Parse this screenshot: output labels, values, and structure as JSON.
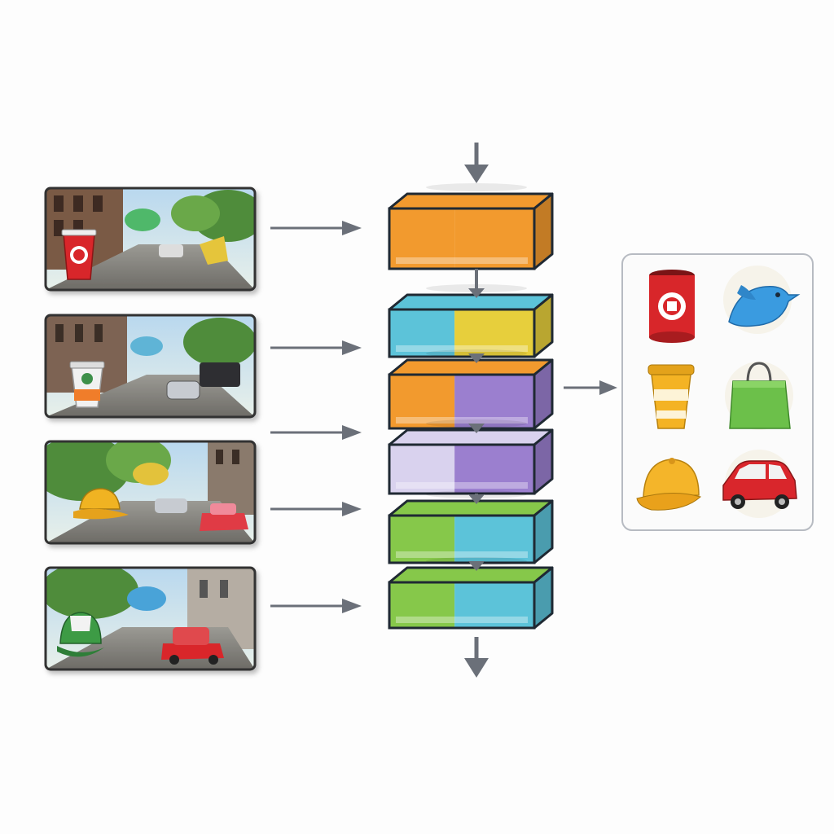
{
  "colors": {
    "arrow": "#6b7079",
    "orange": "#f29a2e",
    "blue": "#5cc3d9",
    "purple": "#9b7fcf",
    "lavender": "#d9d2ee",
    "green": "#86c84a",
    "yellow": "#e7cf3c",
    "outline": "#1f2933",
    "panel_border": "#b7bbc2",
    "red_can": "#d8262a",
    "bird": "#3a9be0",
    "cup": "#f4b324",
    "bag": "#6cc04a",
    "cap": "#f4b52a",
    "car": "#d9262c"
  },
  "input_scenes": [
    {
      "name": "street-scene-1",
      "object": "red-cup-icon"
    },
    {
      "name": "street-scene-2",
      "object": "striped-cup-icon"
    },
    {
      "name": "street-scene-3",
      "object": "yellow-cap-icon"
    },
    {
      "name": "street-scene-4",
      "object": "green-cap-icon"
    }
  ],
  "layer_stack": [
    {
      "name": "layer-1",
      "top": "orange",
      "front_left": "orange",
      "front_right": "orange"
    },
    {
      "name": "layer-2",
      "top": "blue",
      "front_left": "blue",
      "front_right": "yellow"
    },
    {
      "name": "layer-3",
      "top": "orange",
      "front_left": "orange",
      "front_right": "purple"
    },
    {
      "name": "layer-4",
      "top": "lavender",
      "front_left": "lavender",
      "front_right": "purple"
    },
    {
      "name": "layer-5",
      "top": "green",
      "front_left": "green",
      "front_right": "blue"
    },
    {
      "name": "layer-6",
      "top": "green",
      "front_left": "green",
      "front_right": "blue"
    }
  ],
  "output_icons": [
    "red-can-icon",
    "blue-bird-icon",
    "yellow-cup-icon",
    "green-bag-icon",
    "yellow-cap-icon",
    "red-car-icon"
  ]
}
